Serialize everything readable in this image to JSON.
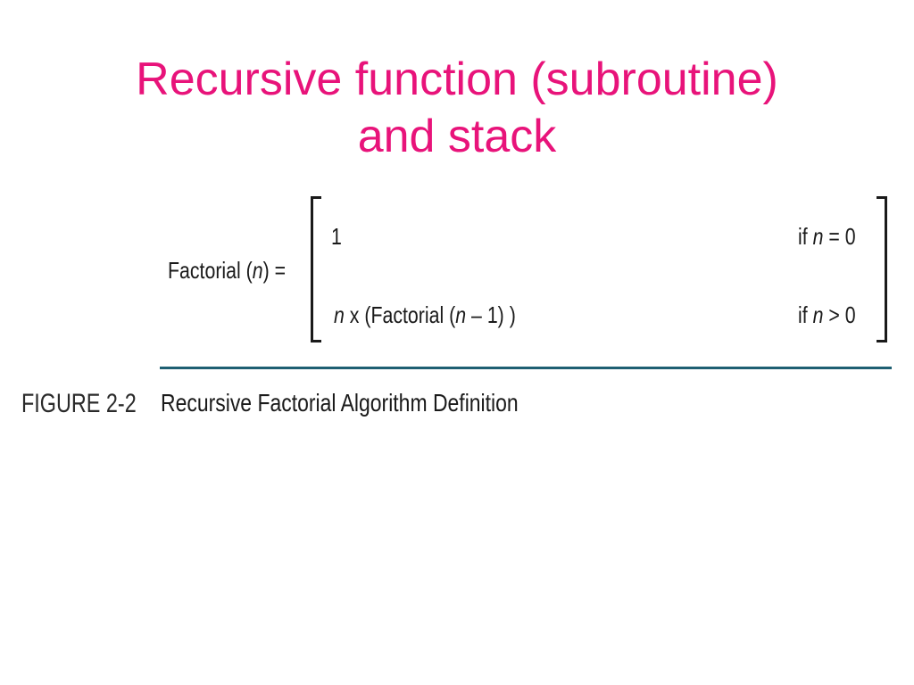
{
  "title": {
    "line1": "Recursive function (subroutine)",
    "line2": "and stack"
  },
  "formula": {
    "lhs_name": "Factorial (",
    "lhs_var": "n",
    "lhs_tail": ") =",
    "case1": {
      "value": "1",
      "cond_if": "if ",
      "cond_var": "n",
      "cond_rest": " = 0"
    },
    "case2": {
      "value_var": "n",
      "value_mid": " x (Factorial (",
      "value_var2": "n",
      "value_tail": " – 1) )",
      "cond_if": "if ",
      "cond_var": "n",
      "cond_rest": " > 0"
    }
  },
  "figure": {
    "number": "FIGURE 2-2",
    "caption": "Recursive Factorial Algorithm Definition"
  },
  "colors": {
    "title": "#e8137a",
    "rule": "#1e5f72"
  }
}
